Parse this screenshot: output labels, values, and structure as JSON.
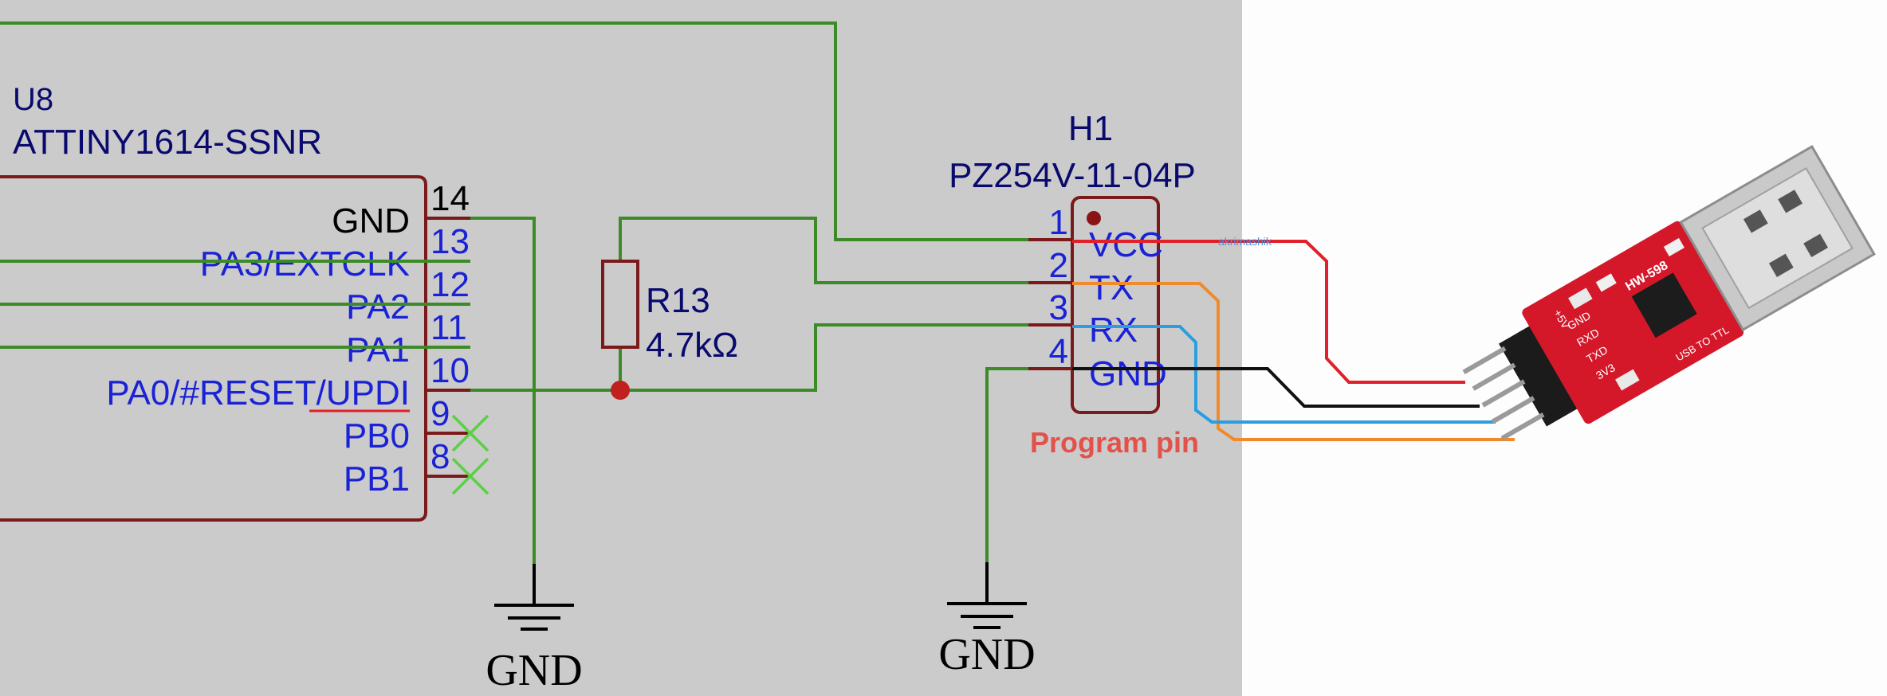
{
  "chip": {
    "ref": "U8",
    "part": "ATTINY1614-SSNR",
    "pins": [
      {
        "name": "GND",
        "num": "14"
      },
      {
        "name": "PA3/EXTCLK",
        "num": "13"
      },
      {
        "name": "PA2",
        "num": "12"
      },
      {
        "name": "PA1",
        "num": "11"
      },
      {
        "name": "PA0/#RESET/UPDI",
        "num": "10"
      },
      {
        "name": "PB0",
        "num": "9"
      },
      {
        "name": "PB1",
        "num": "8"
      }
    ]
  },
  "resistor": {
    "ref": "R13",
    "value": "4.7kΩ"
  },
  "header": {
    "ref": "H1",
    "part": "PZ254V-11-04P",
    "pins": [
      {
        "num": "1",
        "name": "VCC"
      },
      {
        "num": "2",
        "name": "TX"
      },
      {
        "num": "3",
        "name": "RX"
      },
      {
        "num": "4",
        "name": "GND"
      }
    ],
    "caption": "Program pin"
  },
  "grounds": [
    {
      "label": "GND"
    },
    {
      "label": "GND"
    }
  ],
  "adapter": {
    "model": "HW-598",
    "text": "USB TO TTL",
    "pin_labels": [
      "+5V",
      "GND",
      "RXD",
      "TXD",
      "3V3"
    ],
    "watermark": "akrimashik"
  },
  "colors": {
    "wire": "#3d8b28",
    "vcc_wire": "#e0202a",
    "tx_wire": "#f08a2a",
    "rx_wire": "#2a9ee0",
    "gnd_wire": "#111111",
    "pcb": "#d4182a"
  }
}
